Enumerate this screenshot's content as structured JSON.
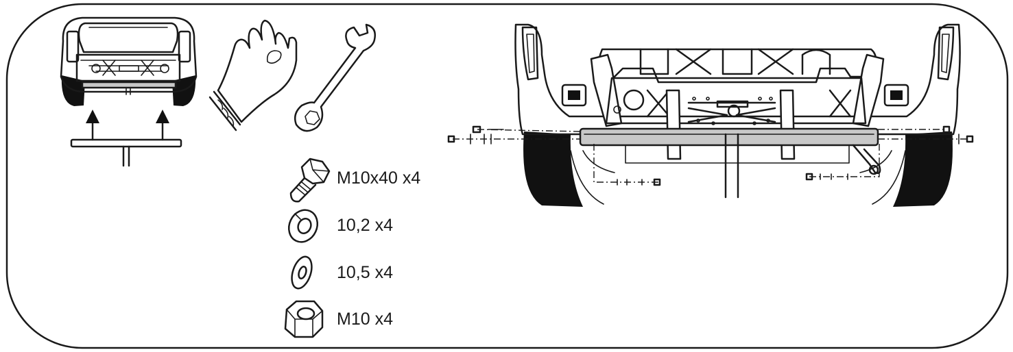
{
  "hardware": [
    {
      "id": "bolt",
      "icon": "bolt-icon",
      "label": "M10x40 x4"
    },
    {
      "id": "spring_washer",
      "icon": "spring-washer-icon",
      "label": "10,2 x4"
    },
    {
      "id": "flat_washer",
      "icon": "flat-washer-icon",
      "label": "10,5 x4"
    },
    {
      "id": "nut",
      "icon": "hex-nut-icon",
      "label": "M10 x4"
    }
  ],
  "tools": [
    {
      "icon": "glove-icon"
    },
    {
      "icon": "wrench-icon"
    }
  ],
  "colors": {
    "line": "#1a1a1a",
    "bar_fill": "#c8c8c8",
    "background": "#ffffff"
  }
}
